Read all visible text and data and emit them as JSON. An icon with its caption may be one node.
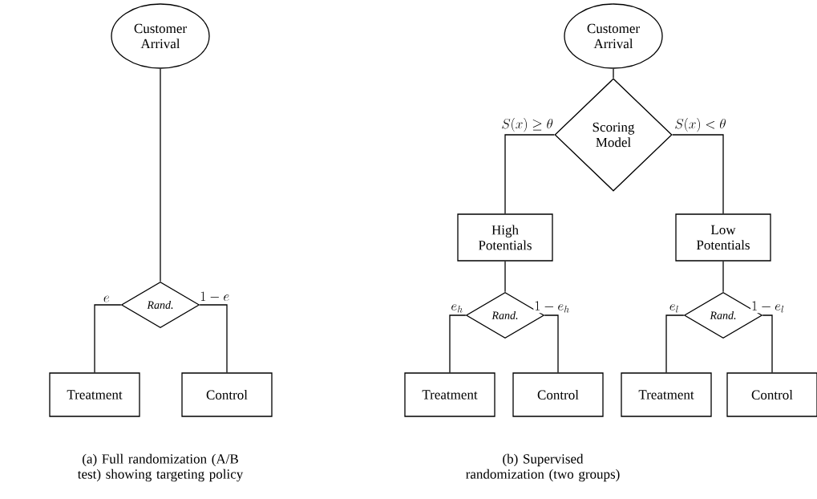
{
  "diagram": {
    "nodes": [
      {
        "text": [
          "Customer Arrival"
        ]
      },
      {
        "text": [
          "Rand."
        ]
      },
      {
        "text": [
          "Treatment"
        ]
      },
      {
        "text": [
          "Control"
        ]
      },
      {
        "text": [
          "Customer Arrival"
        ]
      },
      {
        "text": [
          "Scoring Model"
        ]
      },
      {
        "text": [
          "High Potentials"
        ]
      },
      {
        "text": [
          "Low Potentials"
        ]
      },
      {
        "text": [
          "Rand."
        ]
      },
      {
        "text": [
          "Rand."
        ]
      },
      {
        "text": [
          "Treatment"
        ]
      },
      {
        "text": [
          "Control"
        ]
      },
      {
        "text": [
          "Treatment"
        ]
      },
      {
        "text": [
          "Control"
        ]
      }
    ],
    "edges": [
      {
        "from": 0,
        "to": 1,
        "arrow": "none"
      },
      {
        "from": 1,
        "to": 2,
        "arrow": "none",
        "label": "e"
      },
      {
        "from": 1,
        "to": 3,
        "arrow": "none",
        "label": "1-e"
      },
      {
        "from": 4,
        "to": 5,
        "arrow": "none"
      },
      {
        "from": 5,
        "to": 6,
        "arrow": "none",
        "label": "S(x) \\geq \\theta"
      },
      {
        "from": 5,
        "to": 7,
        "arrow": "none",
        "label": "S(x) < \\theta"
      },
      {
        "from": 6,
        "to": 8,
        "arrow": "none"
      },
      {
        "from": 7,
        "to": 9,
        "arrow": "none"
      },
      {
        "from": 8,
        "to": 10,
        "arrow": "none",
        "label": "e_h"
      },
      {
        "from": 8,
        "to": 11,
        "arrow": "none",
        "label": "1-e_h"
      },
      {
        "from": 9,
        "to": 12,
        "arrow": "none",
        "label": "e_l"
      },
      {
        "from": 9,
        "to": 13,
        "arrow": "none",
        "label": "1-e_l"
      }
    ],
    "labels": [
      "(a) Full randomization (A/B test) showing targeting policy",
      "(b) Supervised randomization (two groups)"
    ]
  }
}
